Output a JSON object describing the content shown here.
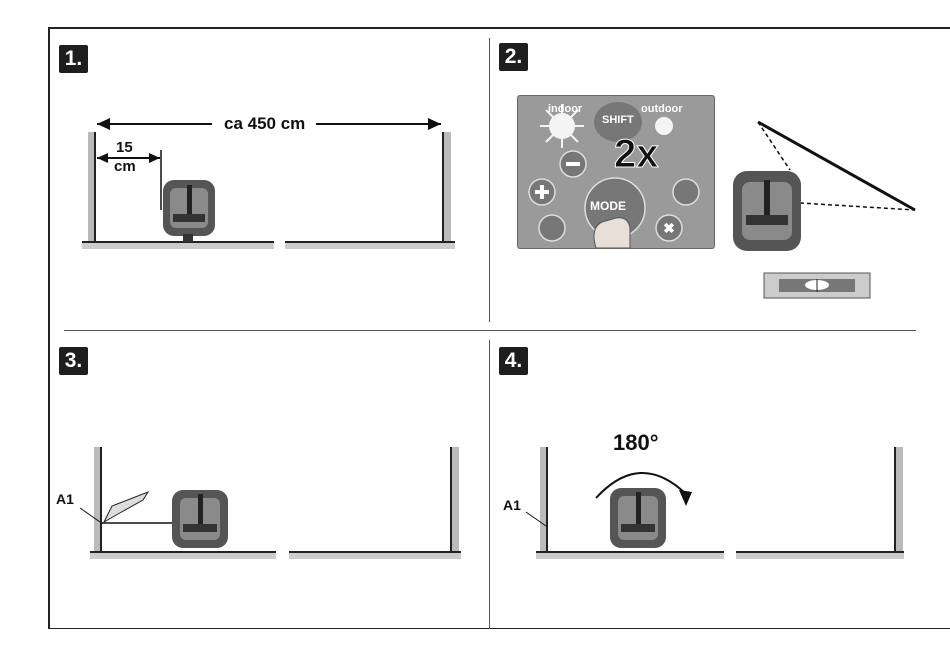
{
  "steps": [
    "1.",
    "2.",
    "3.",
    "4."
  ],
  "panel1": {
    "distance_label": "ca 450 cm",
    "offset_value": "15",
    "offset_unit": "cm"
  },
  "panel2": {
    "keypad": {
      "indoor": "indoor",
      "shift": "SHIFT",
      "outdoor": "outdoor",
      "mode": "MODE",
      "press_count": "2x"
    }
  },
  "panel3": {
    "mark_label": "A1"
  },
  "panel4": {
    "mark_label": "A1",
    "rotation": "180°"
  }
}
